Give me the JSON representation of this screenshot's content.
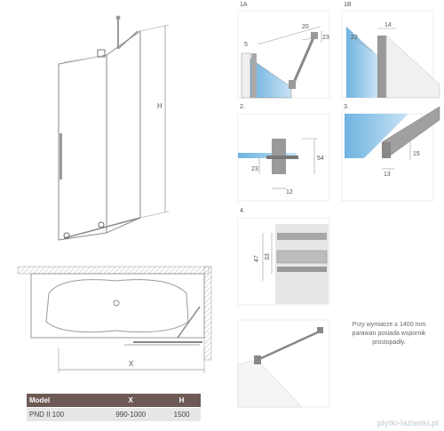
{
  "main_drawing": {
    "height_label": "H"
  },
  "top_view": {
    "width_label": "X"
  },
  "table": {
    "headers": [
      "Model",
      "X",
      "H"
    ],
    "rows": [
      [
        "PND II 100",
        "990-1000",
        "1500"
      ]
    ]
  },
  "details": {
    "d1a": {
      "label": "1A",
      "dims": [
        "20",
        "23",
        "5"
      ]
    },
    "d1b": {
      "label": "1B",
      "dims": [
        "14",
        "23"
      ]
    },
    "d2": {
      "label": "2.",
      "dims": [
        "54",
        "23",
        "12"
      ]
    },
    "d3": {
      "label": "3.",
      "dims": [
        "15",
        "13"
      ]
    },
    "d4": {
      "label": "4.",
      "dims": [
        "47",
        "33"
      ]
    },
    "d5": {
      "label": ""
    }
  },
  "note": {
    "lines": [
      "Przy wymiarze ≥ 1400 mm",
      "parawan posiada wspornik",
      "prostopadły."
    ]
  },
  "watermark": "plytki-lazienki.pl",
  "colors": {
    "glass_blue": "#8ec3e6",
    "frame_gray": "#8a8a8a",
    "table_header": "#6e5a55",
    "wall_fill": "#f0f0f0"
  }
}
